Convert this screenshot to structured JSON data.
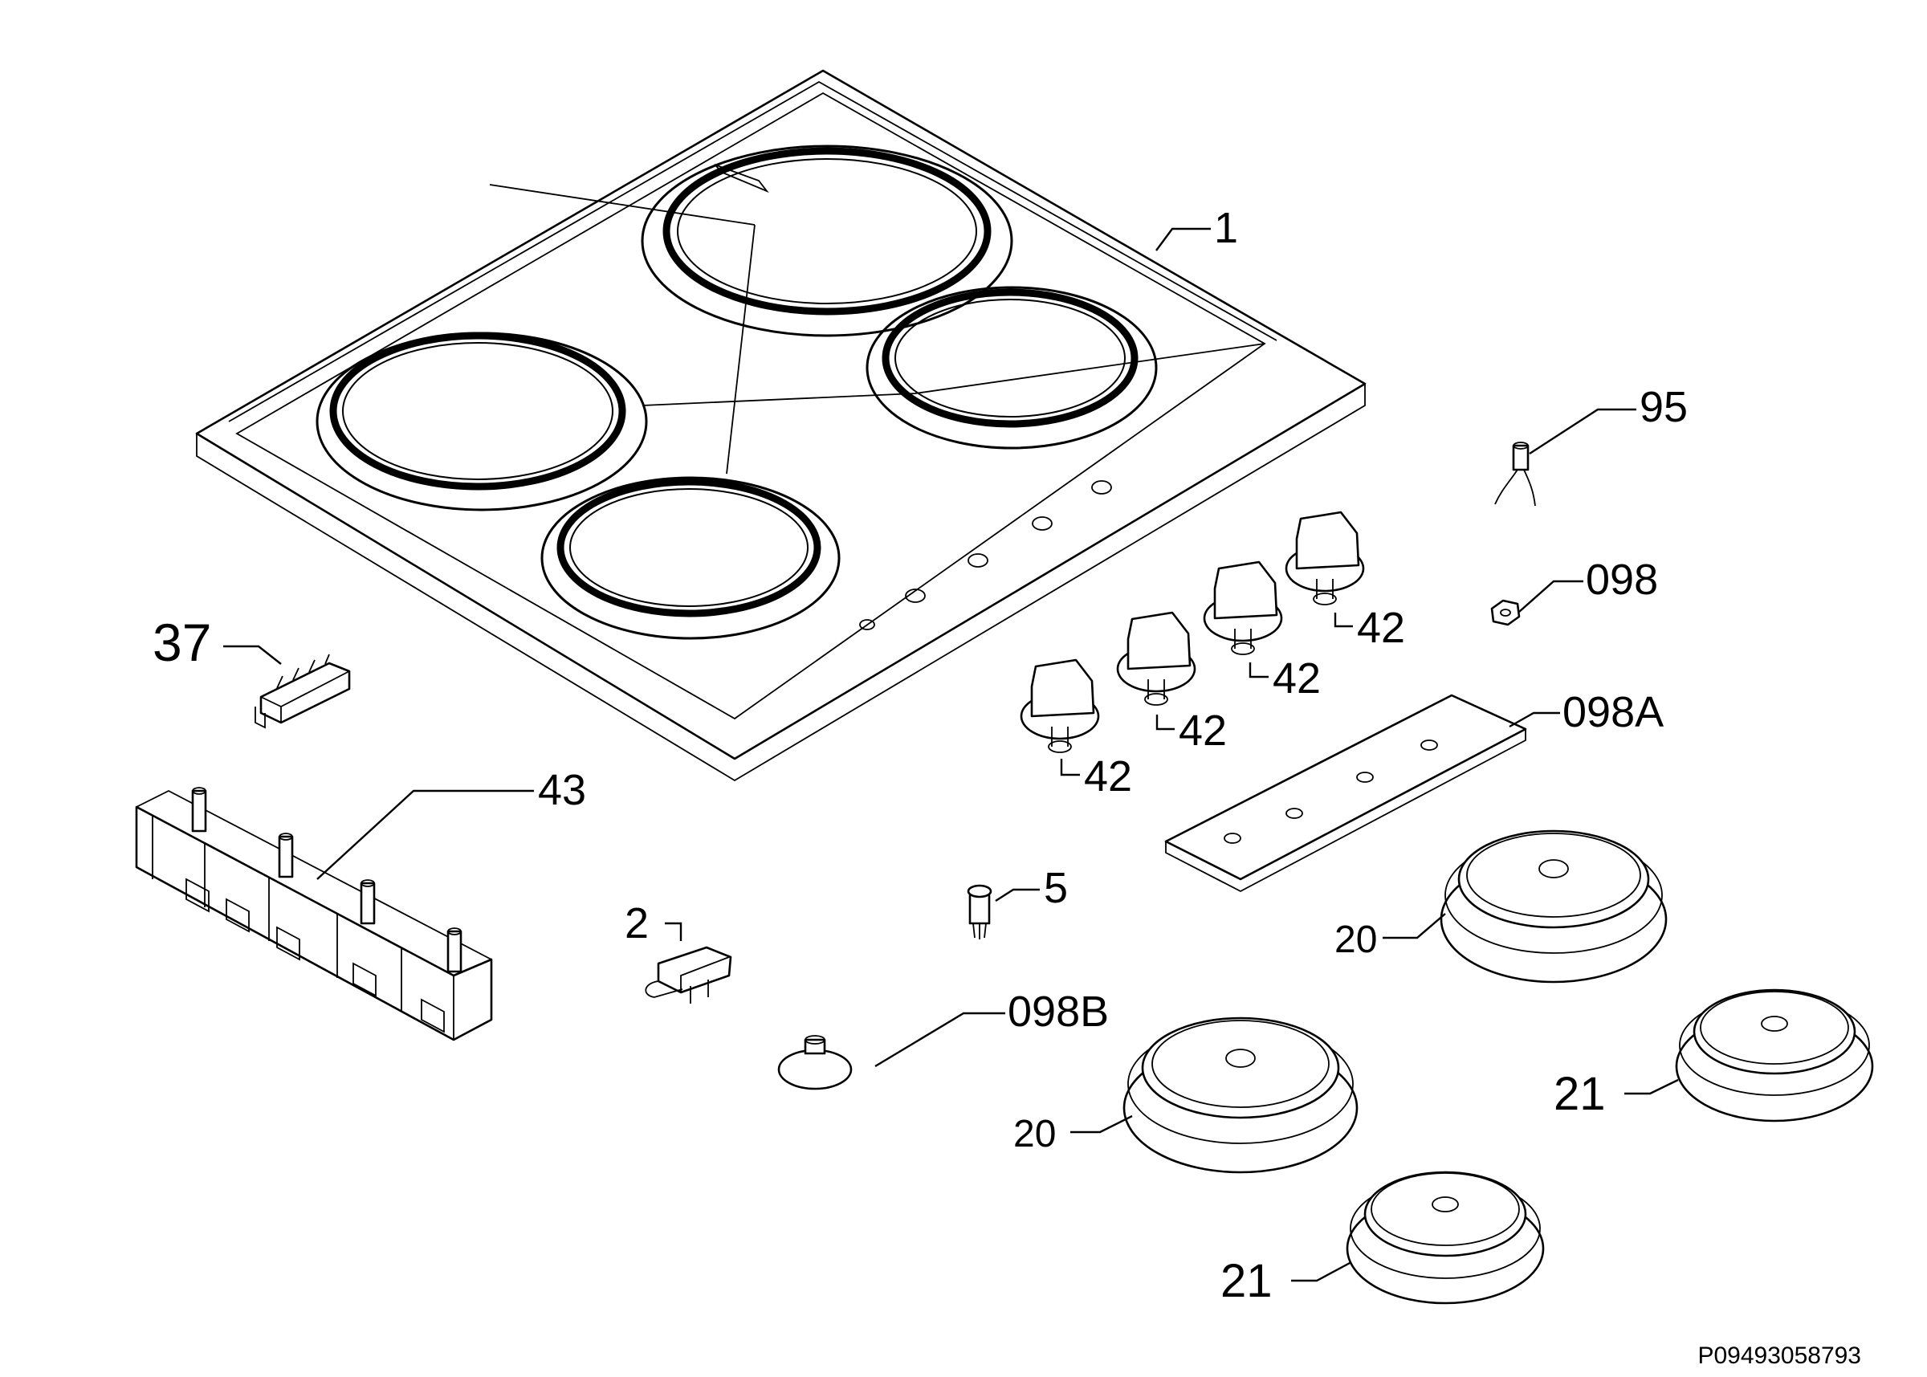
{
  "diagram": {
    "drawing_code": "P09493058793",
    "callouts": {
      "c1": "1",
      "c2": "2",
      "c5": "5",
      "c20a": "20",
      "c20b": "20",
      "c21a": "21",
      "c21b": "21",
      "c37": "37",
      "c42a": "42",
      "c42b": "42",
      "c42c": "42",
      "c42d": "42",
      "c43": "43",
      "c95": "95",
      "c098": "098",
      "c098A": "098A",
      "c098B": "098B"
    }
  }
}
